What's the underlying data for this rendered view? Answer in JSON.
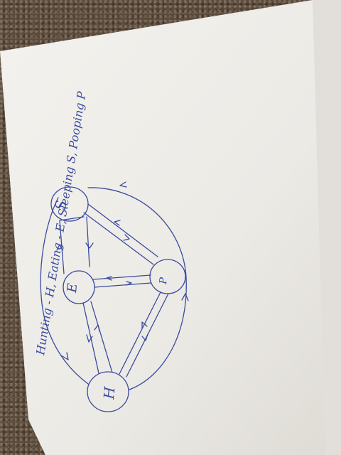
{
  "photo": {
    "ink_color": "#3a4aa0",
    "paper_color": "#f1f0ec",
    "background": "carpet"
  },
  "title": "Hunting - H, Eating - E, Sleeping S, Pooping P",
  "states": {
    "sleeping": "S",
    "eating": "E",
    "pooping": "P",
    "hunting": "H"
  }
}
